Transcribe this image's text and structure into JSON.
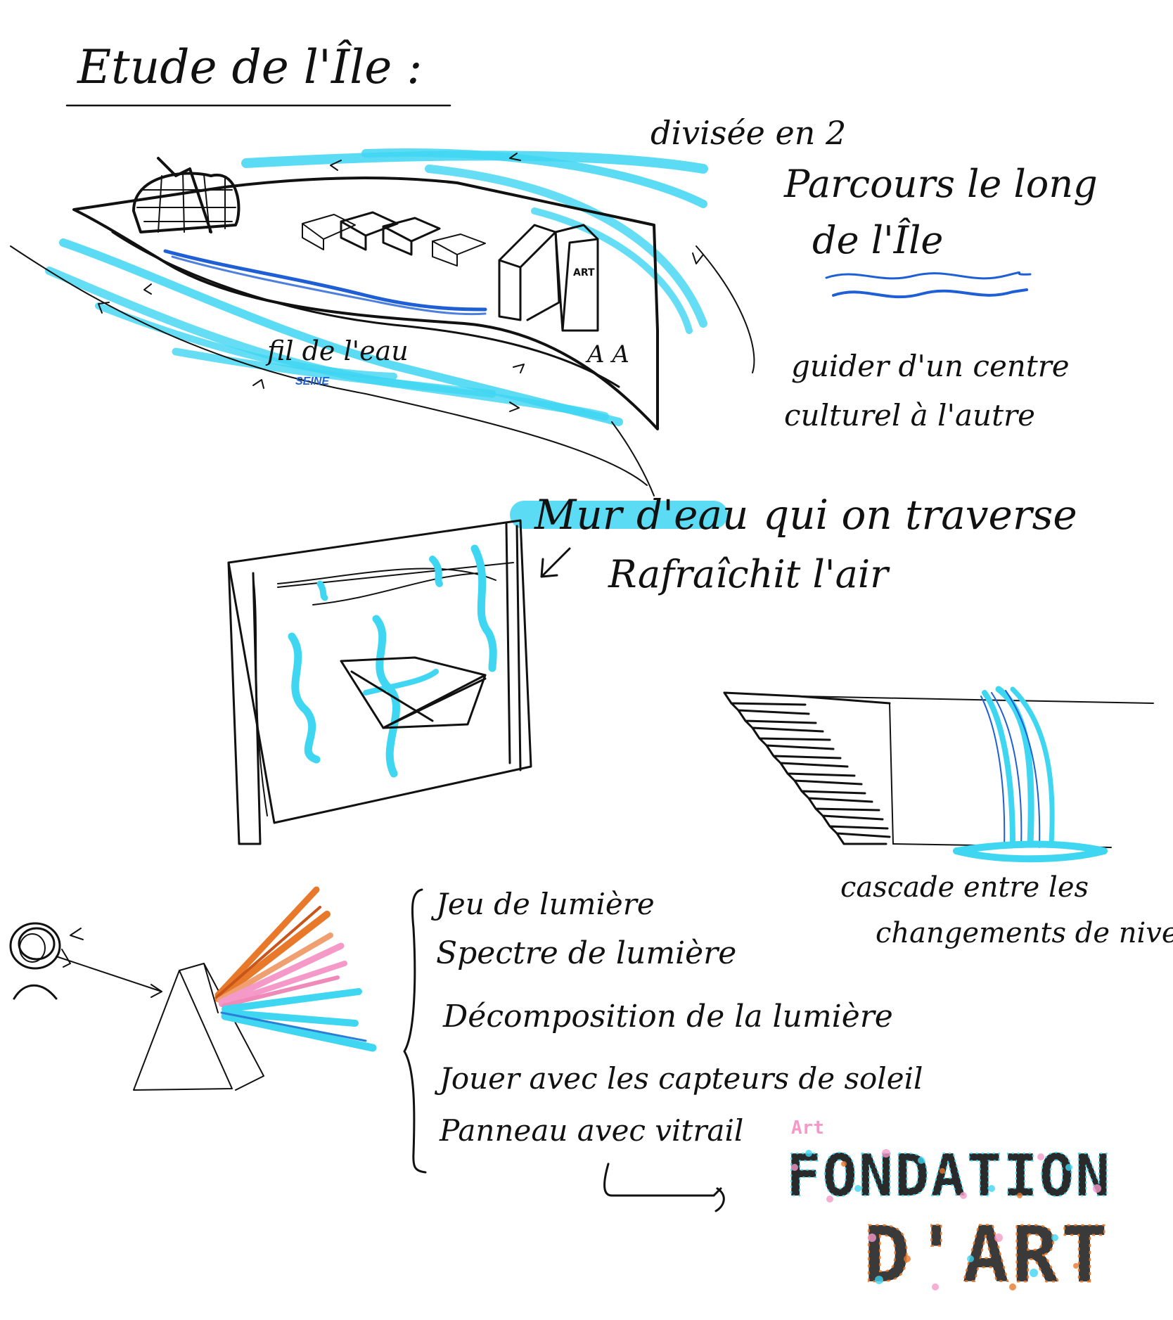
{
  "title": "Etude de l'Île :",
  "top_notes": {
    "line1": "divisée en 2",
    "line2": "Parcours le long",
    "line3": "de l'Île",
    "guide1": "guider d'un centre",
    "guide2": "culturel à l'autre"
  },
  "island_labels": {
    "fil": "fil de l'eau",
    "seine": "SEINE",
    "art": "ART",
    "aa": "A A"
  },
  "wall_notes": {
    "line1_part1": "Mur",
    "line1_highlight": "d'eau",
    "line1_part2": "qui on traverse",
    "line2": "Rafraîchit l'air"
  },
  "cascade_notes": {
    "line1": "cascade entre les",
    "line2": "changements de niveau"
  },
  "light_list": [
    "Jeu de lumière",
    "Spectre de lumière",
    "Décomposition de la lumière",
    "Jouer avec les capteurs de soleil",
    "Panneau avec vitrail"
  ],
  "logo": {
    "small": "Art",
    "line1": "FONDATION",
    "line2": "D'ART"
  },
  "colors": {
    "ink": "#111111",
    "water_cyan": "#3fd6f2",
    "water_blue": "#1f5fd6",
    "spectrum_orange": "#e8782a",
    "spectrum_pink": "#f59ac8"
  }
}
